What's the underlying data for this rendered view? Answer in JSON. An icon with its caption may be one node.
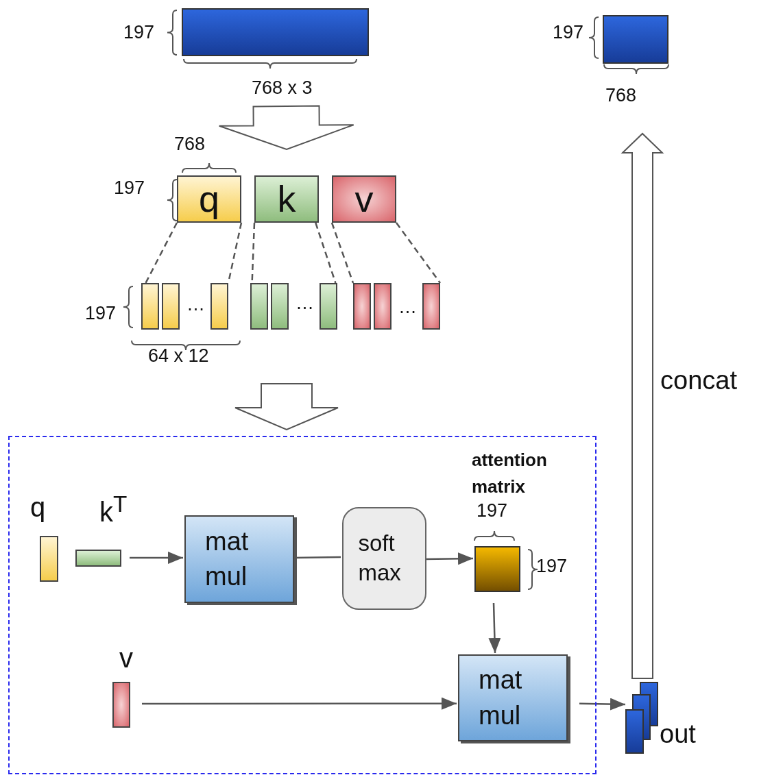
{
  "diagram": {
    "nodes": [
      {
        "text": [],
        "shape": "bar"
      },
      {
        "text": [
          "q"
        ]
      },
      {
        "text": [
          "k"
        ]
      },
      {
        "text": [
          "v"
        ]
      },
      {
        "text": [],
        "shape": "bar"
      },
      {
        "text": [],
        "shape": "bar"
      },
      {
        "text": [],
        "shape": "bar"
      },
      {
        "text": [],
        "shape": "bar"
      },
      {
        "text": [],
        "shape": "bar"
      },
      {
        "text": [],
        "shape": "bar"
      },
      {
        "text": [],
        "shape": "bar"
      },
      {
        "text": [],
        "shape": "bar"
      },
      {
        "text": [],
        "shape": "bar"
      },
      {
        "text": [],
        "shape": "box"
      },
      {
        "text": [
          "q"
        ],
        "in": 13
      },
      {
        "text": [
          "k$^{T}$"
        ],
        "in": 13
      },
      {
        "text": [
          "mat mul"
        ],
        "in": 13
      },
      {
        "text": [
          "soft max"
        ],
        "in": 13
      },
      {
        "text": [
          "attention matrix"
        ],
        "in": 13
      },
      {
        "text": [
          "v"
        ],
        "in": 13
      },
      {
        "text": [
          "mat mul"
        ],
        "in": 13
      },
      {
        "text": [
          "out"
        ]
      },
      {
        "text": [],
        "shape": "bar"
      }
    ],
    "edges": [
      {
        "from": 0,
        "to": 2,
        "arrow": "to",
        "style": "thick"
      },
      {
        "from": 1,
        "to": 4,
        "arrow": "none",
        "style": "dashed"
      },
      {
        "from": 1,
        "to": 6,
        "arrow": "none",
        "style": "dashed"
      },
      {
        "from": 2,
        "to": 7,
        "arrow": "none",
        "style": "dashed"
      },
      {
        "from": 2,
        "to": 9,
        "arrow": "none",
        "style": "dashed"
      },
      {
        "from": 3,
        "to": 10,
        "arrow": "none",
        "style": "dashed"
      },
      {
        "from": 3,
        "to": 12,
        "arrow": "none",
        "style": "dashed"
      },
      {
        "from": 8,
        "to": 13,
        "arrow": "to",
        "style": "thick"
      },
      {
        "from": 15,
        "to": 16,
        "arrow": "to"
      },
      {
        "from": 16,
        "to": 17,
        "arrow": "none"
      },
      {
        "from": 17,
        "to": 18,
        "arrow": "to"
      },
      {
        "from": 18,
        "to": 20,
        "arrow": "to"
      },
      {
        "from": 19,
        "to": 20,
        "arrow": "to"
      },
      {
        "from": 20,
        "to": 21,
        "arrow": "to"
      },
      {
        "from": 21,
        "to": 22,
        "arrow": "to",
        "style": "thick",
        "label": "concat"
      }
    ],
    "labels": [
      "197",
      "197",
      "768 x 3",
      "768",
      "768",
      "197",
      "197",
      "…",
      "…",
      "…",
      "64 x 12",
      "197",
      "197"
    ]
  }
}
